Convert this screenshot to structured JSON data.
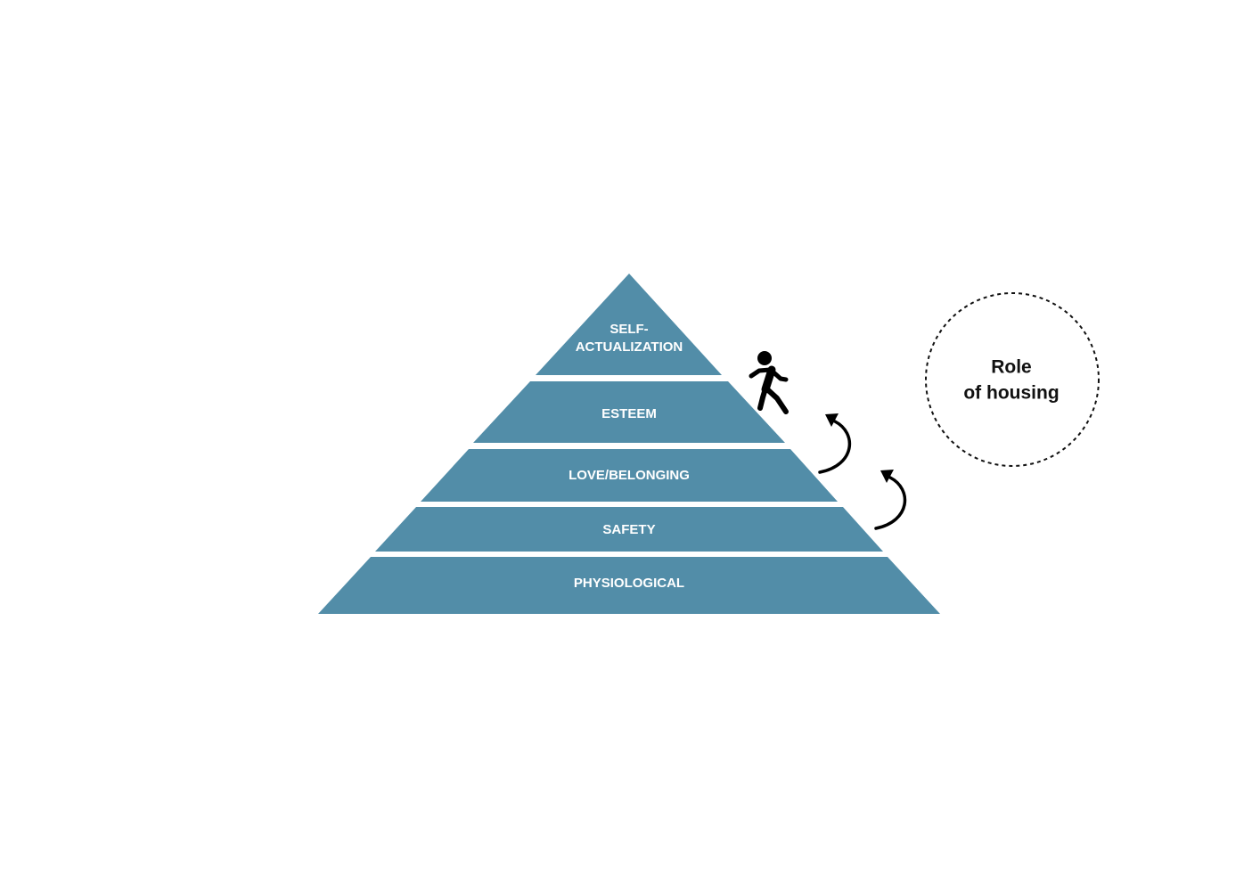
{
  "diagram": {
    "tiers": [
      {
        "id": "self-actualization",
        "label_lines": [
          "SELF-",
          "ACTUALIZATION"
        ]
      },
      {
        "id": "esteem",
        "label_lines": [
          "ESTEEM"
        ]
      },
      {
        "id": "love-belonging",
        "label_lines": [
          "LOVE/BELONGING"
        ]
      },
      {
        "id": "safety",
        "label_lines": [
          "SAFETY"
        ]
      },
      {
        "id": "physiological",
        "label_lines": [
          "PHYSIOLOGICAL"
        ]
      }
    ],
    "circle": {
      "label_lines": [
        "Role",
        "of housing"
      ]
    },
    "colors": {
      "tier_fill": "#528da8",
      "icon": "#000000"
    },
    "icons": [
      "walking-person-icon",
      "curved-arrow-up-icon"
    ]
  }
}
